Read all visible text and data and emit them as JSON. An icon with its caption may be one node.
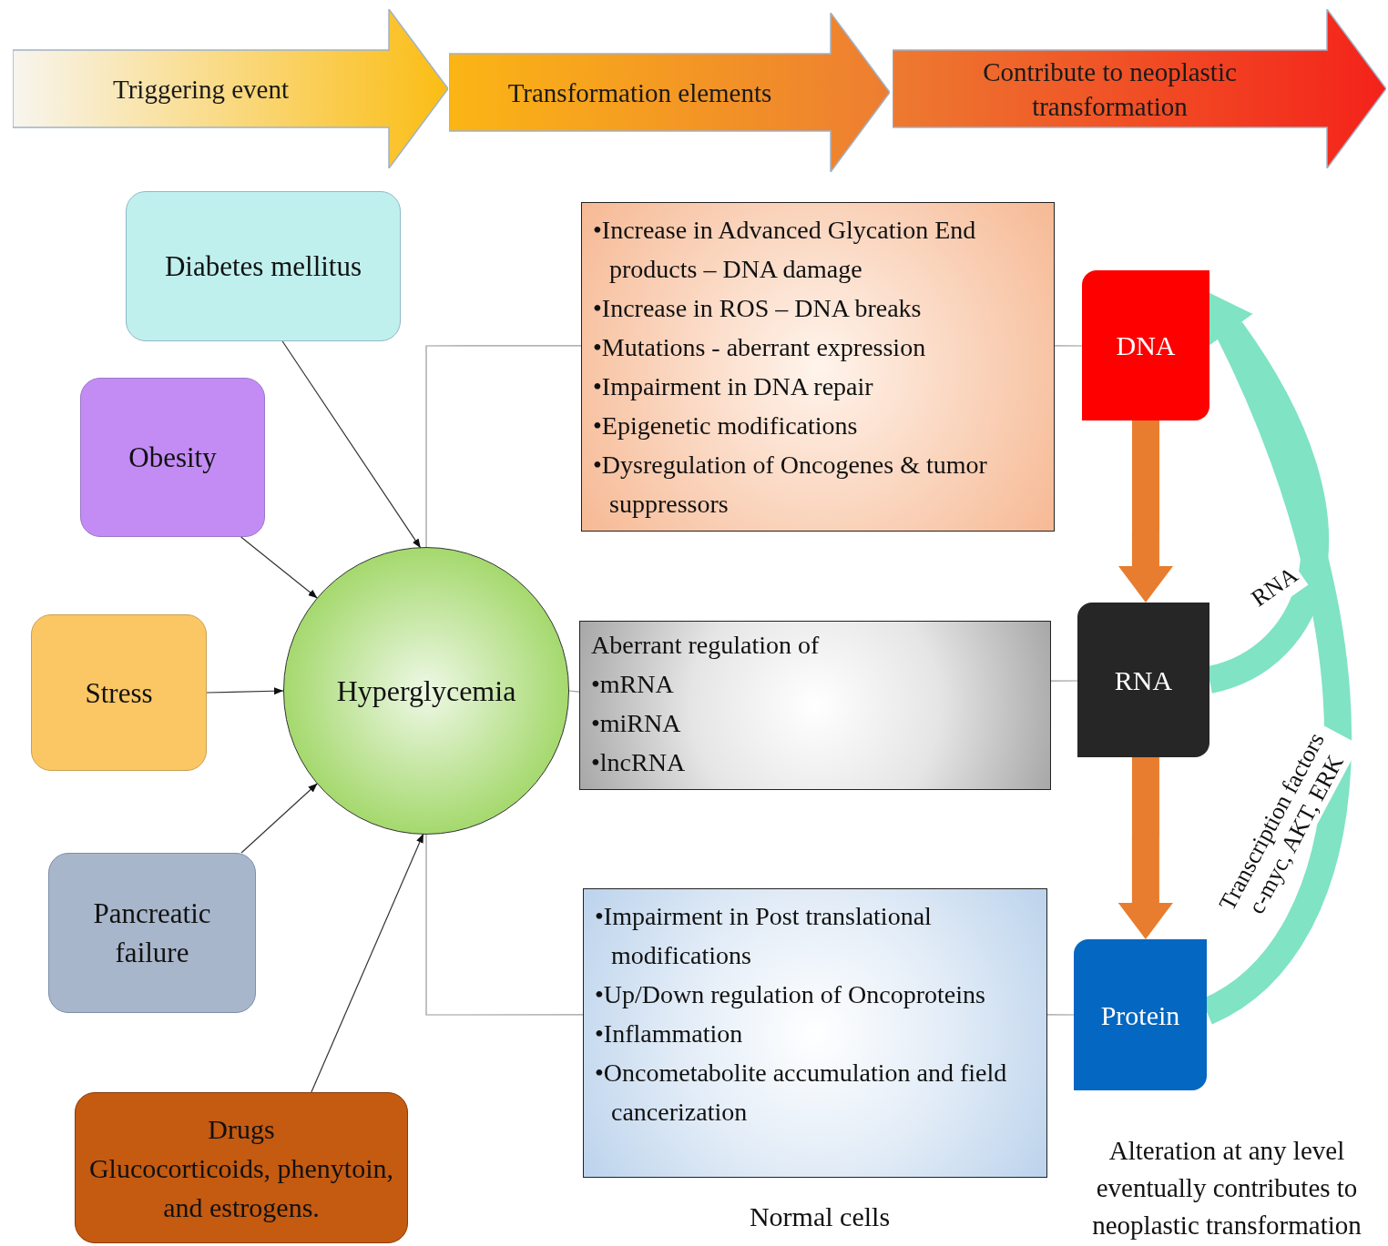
{
  "diagram": {
    "nodes": [
      {
        "text": [
          "Triggering event"
        ]
      },
      {
        "text": [
          "Transformation elements"
        ]
      },
      {
        "text": [
          "Contribute to neoplastic transformation"
        ]
      },
      {
        "text": [
          "Diabetes mellitus"
        ]
      },
      {
        "text": [
          "Obesity"
        ]
      },
      {
        "text": [
          "Stress"
        ]
      },
      {
        "text": [
          "Pancreatic failure"
        ]
      },
      {
        "text": [
          "Drugs",
          "Glucocorticoids, phenytoin, and estrogens."
        ]
      },
      {
        "text": [
          "Hyperglycemia"
        ]
      },
      {
        "text": [
          "•Increase in Advanced Glycation End products – DNA damage",
          "•Increase in ROS – DNA breaks",
          "•Mutations - aberrant expression",
          "•Impairment in DNA repair",
          "•Epigenetic modifications",
          "•Dysregulation of Oncogenes & tumor suppressors"
        ]
      },
      {
        "text": [
          "Aberrant regulation of",
          "•mRNA",
          "•miRNA",
          "•lncRNA"
        ]
      },
      {
        "text": [
          "•Impairment in Post translational modifications",
          "•Up/Down regulation of Oncoproteins",
          "•Inflammation",
          "•Oncometabolite accumulation and field cancerization"
        ]
      },
      {
        "text": [
          "DNA"
        ]
      },
      {
        "text": [
          "RNA"
        ]
      },
      {
        "text": [
          "Protein"
        ]
      }
    ],
    "edges": [
      {
        "from": 3,
        "to": 8,
        "arrow": "to",
        "color": "#333333"
      },
      {
        "from": 4,
        "to": 8,
        "arrow": "to",
        "color": "#333333"
      },
      {
        "from": 5,
        "to": 8,
        "arrow": "to",
        "color": "#333333"
      },
      {
        "from": 6,
        "to": 8,
        "arrow": "to",
        "color": "#333333"
      },
      {
        "from": 7,
        "to": 8,
        "arrow": "to",
        "color": "#333333"
      },
      {
        "from": 8,
        "to": 9,
        "arrow": "none"
      },
      {
        "from": 8,
        "to": 10,
        "arrow": "none"
      },
      {
        "from": 8,
        "to": 11,
        "arrow": "none"
      },
      {
        "from": 9,
        "to": 12,
        "arrow": "none"
      },
      {
        "from": 10,
        "to": 13,
        "arrow": "none"
      },
      {
        "from": 11,
        "to": 14,
        "arrow": "none"
      },
      {
        "from": 12,
        "to": 13,
        "arrow": "to",
        "style": "thick",
        "color": "#e87d2f"
      },
      {
        "from": 13,
        "to": 14,
        "arrow": "to",
        "style": "thick",
        "color": "#e87d2f"
      },
      {
        "from": 13,
        "to": 12,
        "arrow": "to",
        "label": "RNA",
        "style": "thick",
        "color": "#7fe3c4"
      },
      {
        "from": 14,
        "to": 12,
        "arrow": "to",
        "label": "Transcription factors c-myc, AKT, ERK",
        "style": "thick",
        "color": "#7fe3c4"
      }
    ],
    "labels": [
      "Normal cells",
      "Alteration at any level eventually contributes to neoplastic transformation"
    ]
  }
}
